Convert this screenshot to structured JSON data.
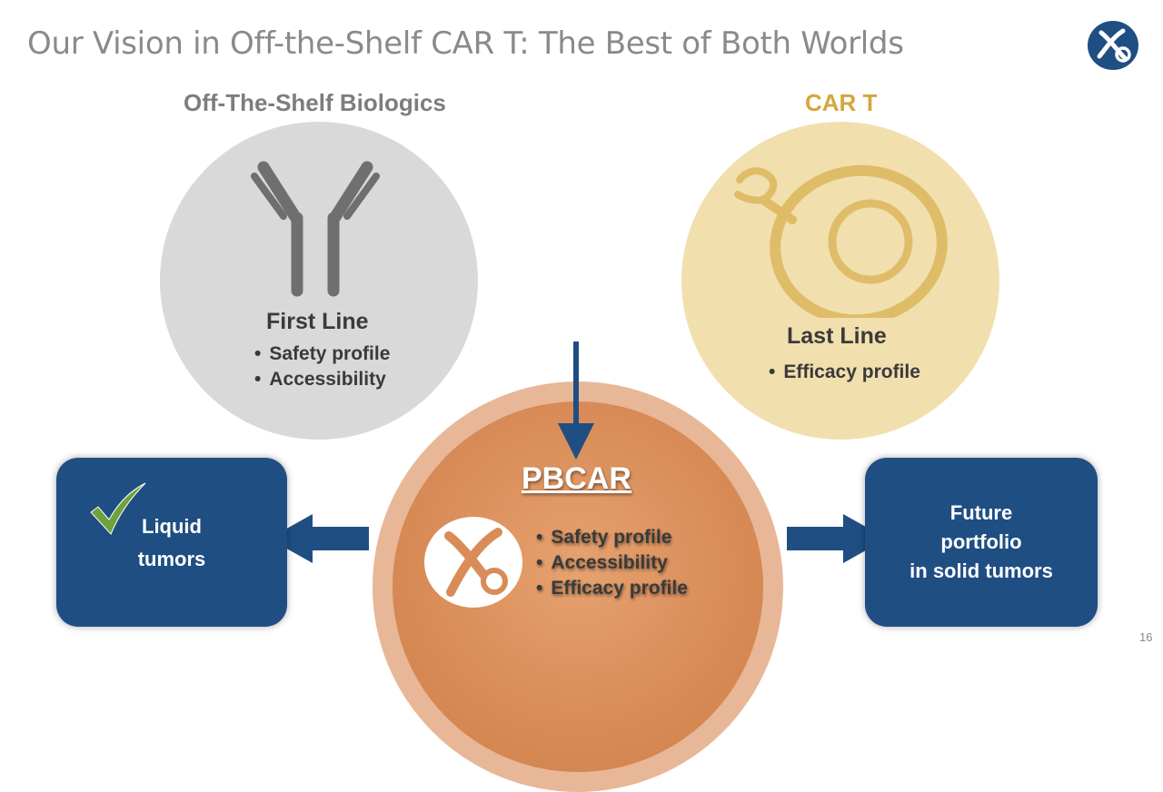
{
  "slide": {
    "title": "Our Vision in Off-the-Shelf CAR T: The Best of Both Worlds",
    "page_number": "16"
  },
  "left_column": {
    "heading": "Off-The-Shelf Biologics",
    "icon": "antibody-icon",
    "line_label": "First Line",
    "bullets": [
      "Safety profile",
      "Accessibility"
    ]
  },
  "right_column": {
    "heading": "CAR T",
    "icon": "car-t-cell-icon",
    "line_label": "Last Line",
    "bullets": [
      "Efficacy profile"
    ]
  },
  "center": {
    "label": "PBCAR",
    "icon": "precision-logo-icon",
    "bullets": [
      "Safety profile",
      "Accessibility",
      "Efficacy profile"
    ]
  },
  "left_box": {
    "icon": "checkmark-icon",
    "line1": "Liquid",
    "line2": "tumors"
  },
  "right_box": {
    "line1": "Future",
    "line2": "portfolio",
    "line3": "in solid tumors"
  },
  "colors": {
    "title_gray": "#8a8a8a",
    "biologics_gray": "#d9d9d9",
    "car_t_gold": "#d4a63e",
    "car_t_fill": "#f2dfae",
    "pbcar_orange": "#d98c57",
    "navy": "#1f4e83",
    "check_green": "#6fa23d"
  }
}
